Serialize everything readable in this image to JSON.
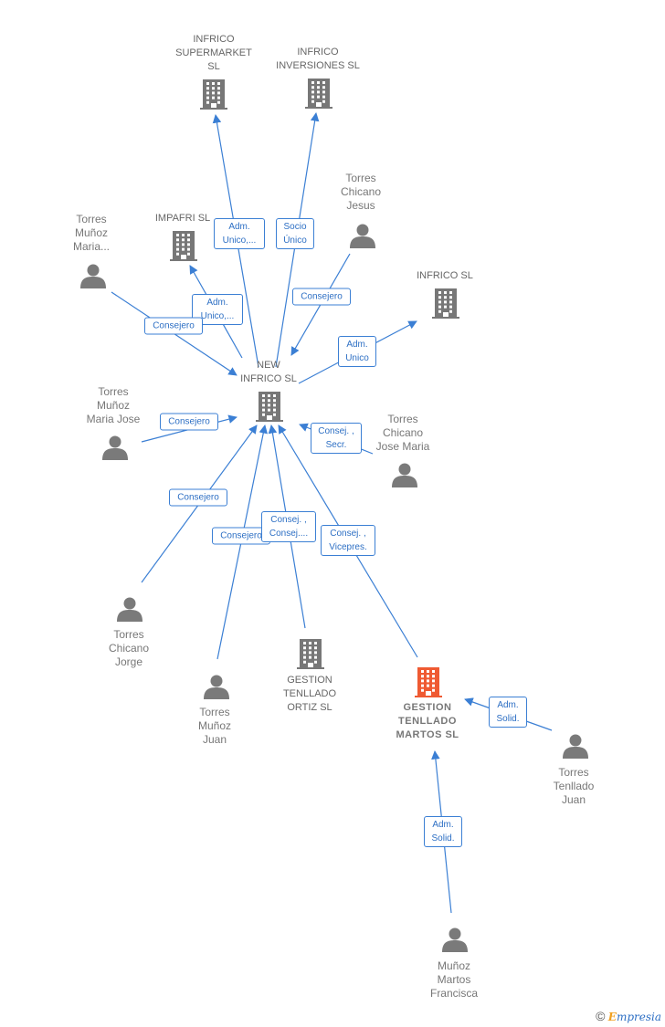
{
  "colors": {
    "edge": "#3b7fd4",
    "company": "#777777",
    "focus_company": "#ef5a32",
    "person": "#7a7a7a"
  },
  "nodes": [
    {
      "id": "infrico_supermarket",
      "type": "company",
      "lines": [
        "INFRICO",
        "SUPERMARKET",
        "SL"
      ]
    },
    {
      "id": "infrico_inversiones",
      "type": "company",
      "lines": [
        "INFRICO",
        "INVERSIONES SL"
      ]
    },
    {
      "id": "impafri",
      "type": "company",
      "lines": [
        "IMPAFRI  SL"
      ]
    },
    {
      "id": "torres_chicano_jesus",
      "type": "person",
      "lines": [
        "Torres",
        "Chicano",
        "Jesus"
      ]
    },
    {
      "id": "torres_munoz_maria",
      "type": "person",
      "lines": [
        "Torres",
        "Muñoz",
        "Maria..."
      ]
    },
    {
      "id": "infrico_sl",
      "type": "company",
      "lines": [
        "INFRICO SL"
      ]
    },
    {
      "id": "new_infrico",
      "type": "company",
      "lines": [
        "NEW",
        "INFRICO  SL"
      ]
    },
    {
      "id": "torres_munoz_maria_jose",
      "type": "person",
      "lines": [
        "Torres",
        "Muñoz",
        "Maria Jose"
      ]
    },
    {
      "id": "torres_chicano_jose_maria",
      "type": "person",
      "lines": [
        "Torres",
        "Chicano",
        "Jose Maria"
      ]
    },
    {
      "id": "torres_chicano_jorge",
      "type": "person",
      "lines": [
        "Torres",
        "Chicano",
        "Jorge"
      ]
    },
    {
      "id": "torres_munoz_juan",
      "type": "person",
      "lines": [
        "Torres",
        "Muñoz",
        "Juan"
      ]
    },
    {
      "id": "gestion_tenllado_ortiz",
      "type": "company",
      "lines": [
        "GESTION",
        "TENLLADO",
        "ORTIZ  SL"
      ]
    },
    {
      "id": "gestion_tenllado_martos",
      "type": "focus",
      "lines": [
        "GESTION",
        "TENLLADO",
        "MARTOS  SL"
      ]
    },
    {
      "id": "torres_tenllado_juan",
      "type": "person",
      "lines": [
        "Torres",
        "Tenllado",
        "Juan"
      ]
    },
    {
      "id": "munoz_martos_francisca",
      "type": "person",
      "lines": [
        "Muñoz",
        "Martos",
        "Francisca"
      ]
    }
  ],
  "edges": [
    {
      "from": "new_infrico",
      "to": "infrico_supermarket",
      "lines": [
        "Adm.",
        "Unico,..."
      ]
    },
    {
      "from": "new_infrico",
      "to": "infrico_inversiones",
      "lines": [
        "Socio",
        "Único"
      ]
    },
    {
      "from": "new_infrico",
      "to": "impafri",
      "lines": [
        "Adm.",
        "Unico,..."
      ]
    },
    {
      "from": "torres_chicano_jesus",
      "to": "new_infrico",
      "lines": [
        "Consejero"
      ]
    },
    {
      "from": "torres_munoz_maria",
      "to": "new_infrico",
      "lines": [
        "Consejero"
      ]
    },
    {
      "from": "new_infrico",
      "to": "infrico_sl",
      "lines": [
        "Adm.",
        "Unico"
      ]
    },
    {
      "from": "torres_munoz_maria_jose",
      "to": "new_infrico",
      "lines": [
        "Consejero"
      ]
    },
    {
      "from": "torres_chicano_jose_maria",
      "to": "new_infrico",
      "lines": [
        "Consej. ,",
        "Secr."
      ]
    },
    {
      "from": "torres_chicano_jorge",
      "to": "new_infrico",
      "lines": [
        "Consejero"
      ]
    },
    {
      "from": "torres_munoz_juan",
      "to": "new_infrico",
      "lines": [
        "Consejero"
      ]
    },
    {
      "from": "gestion_tenllado_ortiz",
      "to": "new_infrico",
      "lines": [
        "Consej. ,",
        "Consej...."
      ]
    },
    {
      "from": "gestion_tenllado_martos",
      "to": "new_infrico",
      "lines": [
        "Consej. ,",
        "Vicepres."
      ]
    },
    {
      "from": "torres_tenllado_juan",
      "to": "gestion_tenllado_martos",
      "lines": [
        "Adm.",
        "Solid."
      ]
    },
    {
      "from": "munoz_martos_francisca",
      "to": "gestion_tenllado_martos",
      "lines": [
        "Adm.",
        "Solid."
      ]
    }
  ],
  "brand": {
    "copyright": "©",
    "first_letter": "E",
    "rest": "mpresia"
  }
}
